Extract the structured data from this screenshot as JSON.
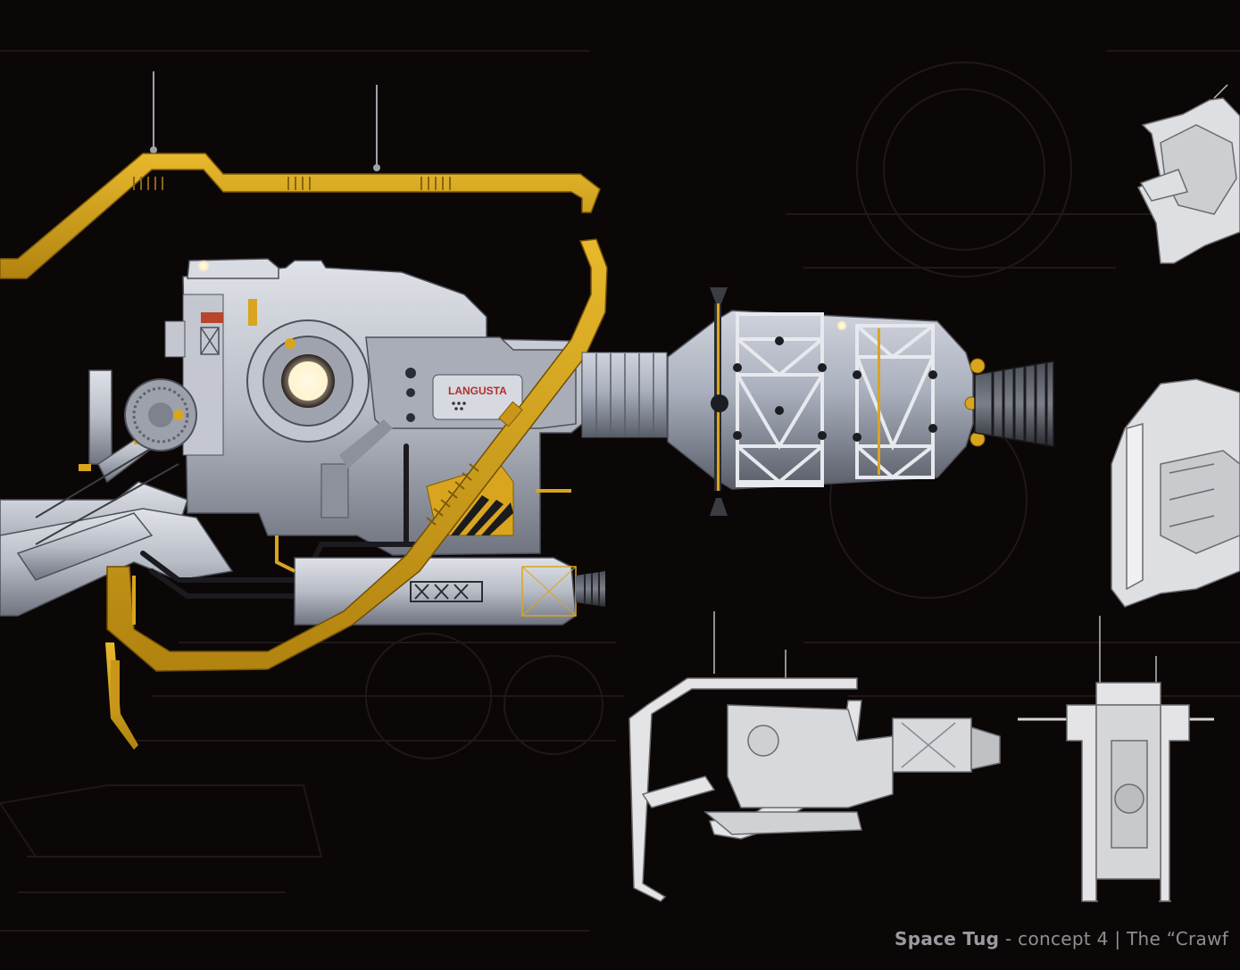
{
  "caption": {
    "title": "Space Tug",
    "separator": " - ",
    "subtitle": "concept 4 | The “Crawf"
  },
  "hull_marking": "LANGUSTA",
  "colors": {
    "background": "#0c0707",
    "hull": "#c9ccd3",
    "hull_shadow": "#7d828c",
    "accent_yellow": "#d9a51f",
    "light_glow": "#fff6d8",
    "blueprint_lines": "#1e1718",
    "wireframe_views": "#e4e4e6"
  },
  "views": [
    "side-view-render",
    "side-view-clay",
    "front-view-clay",
    "top-view-clay",
    "perspective-view-clay"
  ]
}
